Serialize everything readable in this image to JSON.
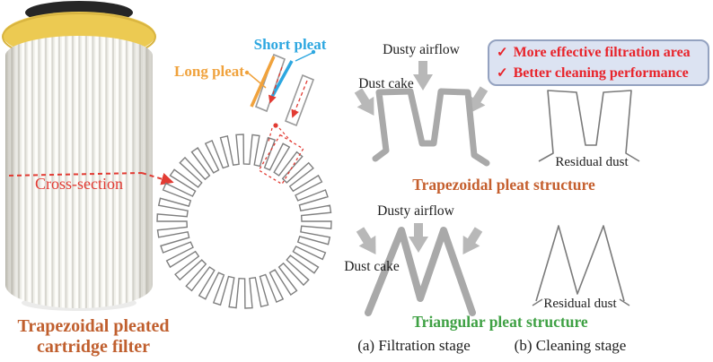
{
  "figure": {
    "left_panel": {
      "cross_section_label": "Cross-section",
      "caption_line1": "Trapezoidal pleated",
      "caption_line2": "cartridge filter"
    },
    "detail": {
      "short_pleat_label": "Short pleat",
      "long_pleat_label": "Long pleat"
    },
    "banner": {
      "items": [
        {
          "check": "✓",
          "text": "More effective filtration area"
        },
        {
          "check": "✓",
          "text": "Better cleaning performance"
        }
      ]
    },
    "trapezoidal": {
      "dusty_airflow_label": "Dusty airflow",
      "dust_cake_label": "Dust cake",
      "residual_dust_label": "Residual dust",
      "structure_label": "Trapezoidal pleat structure"
    },
    "triangular": {
      "dusty_airflow_label": "Dusty airflow",
      "dust_cake_label": "Dust cake",
      "residual_dust_label": "Residual dust",
      "structure_label": "Triangular pleat structure"
    },
    "stage_captions": {
      "filtration": "(a) Filtration stage",
      "cleaning": "(b) Cleaning stage"
    },
    "cross_section_diagram": {
      "pleat_count": 34
    },
    "colors": {
      "label_orange_brown": "#c55f2e",
      "label_green": "#3fa144",
      "banner_red": "#e8242b",
      "banner_bg": "#dce3f2",
      "banner_border": "#94a2c0",
      "short_pleat_blue": "#2da7e0",
      "long_pleat_orange": "#f0a23c",
      "cross_section_red": "#e23b33",
      "pleat_thick_gray": "#a9a9a9",
      "pleat_thin_gray": "#7a7a7a",
      "arrow_gray": "#b8b8b8",
      "collar_yellow": "#ecca52"
    }
  }
}
